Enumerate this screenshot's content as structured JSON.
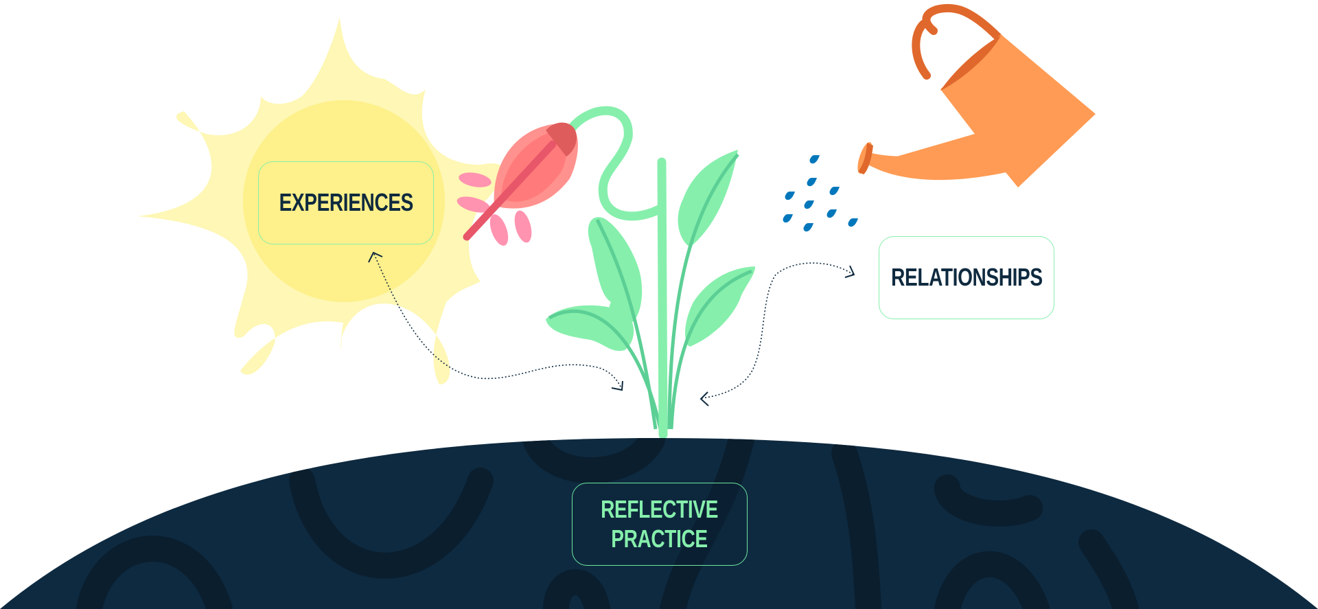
{
  "diagram": {
    "nodes": {
      "experiences": {
        "label": "EXPERIENCES",
        "illustration": "sun-icon"
      },
      "relationships": {
        "label": "RELATIONSHIPS",
        "illustration": "watering-can-icon"
      },
      "reflective_practice": {
        "label": "REFLECTIVE\nPRACTICE",
        "illustration": "soil-ground"
      }
    },
    "center": {
      "illustration": "plant-with-flower-icon"
    },
    "edges": [
      {
        "from": "experiences",
        "to": "reflective_practice",
        "style": "dotted",
        "direction": "bidirectional"
      },
      {
        "from": "relationships",
        "to": "reflective_practice",
        "style": "dotted",
        "direction": "bidirectional"
      }
    ]
  },
  "colors": {
    "sun_outer": "#fef7b5",
    "sun_inner": "#fef08a",
    "box_border": "#86efac",
    "text_dark": "#0f2a3f",
    "text_green": "#86efac",
    "leaf": "#86efac",
    "leaf_vein": "#5ccf95",
    "flower": "#ff7b7b",
    "flower_light": "#ff928e",
    "flower_stripe": "#e8566a",
    "petals": "#ff93b0",
    "can_body": "#ff9b54",
    "can_handle": "#e0682c",
    "water_drops": "#0077bb",
    "ground": "#0e2a40",
    "ground_pattern": "#0a1e2e",
    "arrow": "#0f2a3f"
  }
}
